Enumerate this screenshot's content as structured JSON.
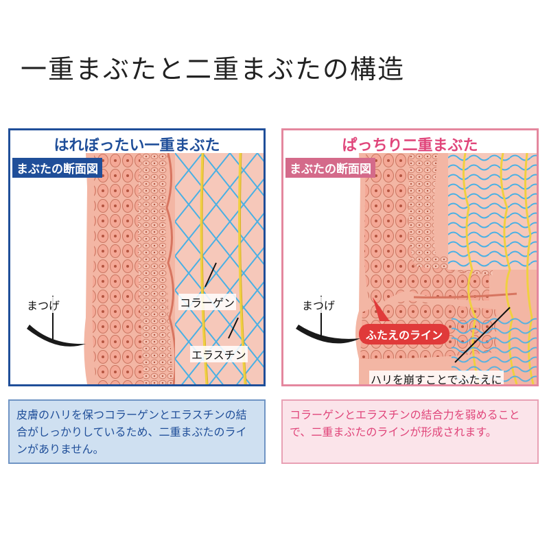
{
  "title": "一重まぶたと二重まぶたの構造",
  "left_panel": {
    "title": "はれぼったい一重まぶた",
    "section_label": "まぶたの断面図",
    "eyelash_label": "まつげ",
    "collagen_label": "コラーゲン",
    "elastin_label": "エラスチン",
    "description": "皮膚のハリを保つコラーゲンとエラスチンの結合がしっかりしているため、二重まぶたのラインがありません。",
    "border_color": "#1f4e99",
    "fill_color": "#cfe0f1"
  },
  "right_panel": {
    "title": "ぱっちり二重まぶた",
    "section_label": "まぶたの断面図",
    "eyelash_label": "まつげ",
    "crease_label": "ふたえのライン",
    "bottom_note": "ハリを崩すことでふたえに",
    "description": "コラーゲンとエラスチンの結合力を弱めることで、二重まぶたのラインが形成されます。",
    "border_color": "#e4879e",
    "fill_color": "#fbe4ea"
  },
  "colors": {
    "skin": "#f3b6a4",
    "cell": "#e58a78",
    "collagen": "#f0d040",
    "elastin": "#49b0e4",
    "badge": "#e03a3a"
  },
  "icons": [
    "eyelash-icon",
    "collagen-fiber-icon",
    "elastin-fiber-icon"
  ]
}
